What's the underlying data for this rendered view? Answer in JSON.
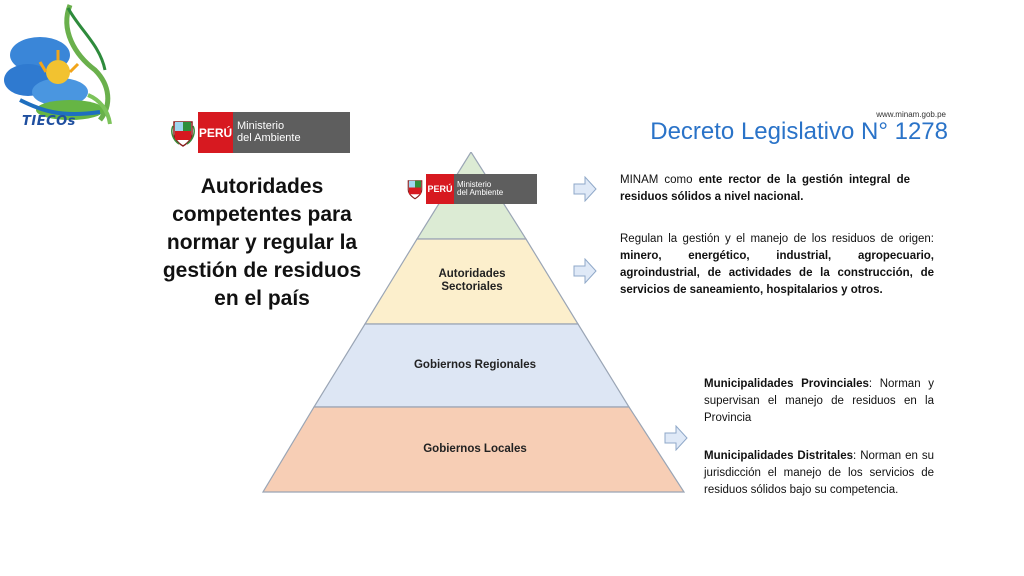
{
  "brand": {
    "tiecos_text": "TIECOs"
  },
  "logo": {
    "peru": "PERÚ",
    "ministry_line1": "Ministerio",
    "ministry_line2": "del Ambiente"
  },
  "website": "www.minam.gob.pe",
  "title": "Decreto Legislativo N° 1278",
  "left_heading": "Autoridades competentes para normar y regular la gestión de residuos en el país",
  "pyramid": {
    "tiers": [
      {
        "label_line1": "Autoridades",
        "label_line2": "Sectoriales",
        "color": "#fcefcc"
      },
      {
        "label": "Gobiernos Regionales",
        "color": "#dde6f4"
      },
      {
        "label": "Gobiernos Locales",
        "color": "#f7ceb5"
      }
    ],
    "top_color": "#dcebd4"
  },
  "descriptions": {
    "minam": {
      "lead": "MINAM como ",
      "bold": "ente rector de la gestión integral de residuos sólidos a nivel nacional."
    },
    "sectoriales": {
      "lead": "Regulan la gestión y el manejo de los residuos de origen: ",
      "bold": "minero, energético, industrial, agropecuario, agroindustrial, de actividades de la construcción, de servicios de saneamiento, hospitalarios  y otros."
    },
    "provinciales": {
      "bold": "Municipalidades Provinciales",
      "rest": ": Norman y supervisan el manejo de residuos en la Provincia"
    },
    "distritales": {
      "bold": "Municipalidades  Distritales",
      "rest": ": Norman en su jurisdicción el manejo de los servicios de residuos sólidos bajo su competencia."
    }
  }
}
